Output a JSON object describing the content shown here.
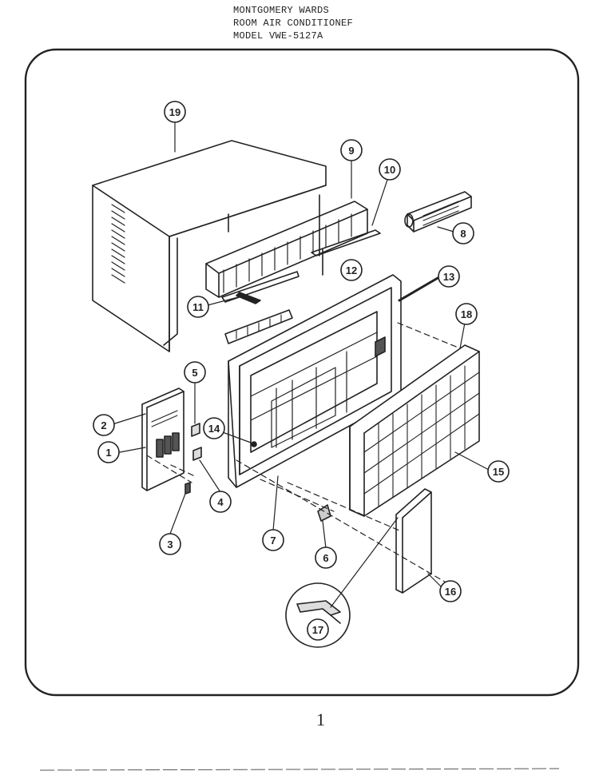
{
  "header": {
    "line1": "MONTGOMERY WARDS",
    "line2": "ROOM AIR CONDITIONEF",
    "line3": "MODEL VWE-5127A"
  },
  "page_number": "1",
  "callouts": [
    {
      "id": "1",
      "label": "1"
    },
    {
      "id": "2",
      "label": "2"
    },
    {
      "id": "3",
      "label": "3"
    },
    {
      "id": "4",
      "label": "4"
    },
    {
      "id": "5",
      "label": "5"
    },
    {
      "id": "6",
      "label": "6"
    },
    {
      "id": "7",
      "label": "7"
    },
    {
      "id": "8",
      "label": "8"
    },
    {
      "id": "9",
      "label": "9"
    },
    {
      "id": "10",
      "label": "10"
    },
    {
      "id": "11",
      "label": "11"
    },
    {
      "id": "12",
      "label": "12"
    },
    {
      "id": "13",
      "label": "13"
    },
    {
      "id": "14",
      "label": "14"
    },
    {
      "id": "15",
      "label": "15"
    },
    {
      "id": "16",
      "label": "16"
    },
    {
      "id": "17",
      "label": "17"
    },
    {
      "id": "18",
      "label": "18"
    },
    {
      "id": "19",
      "label": "19"
    }
  ],
  "colors": {
    "ink": "#222222",
    "paper": "#ffffff"
  }
}
